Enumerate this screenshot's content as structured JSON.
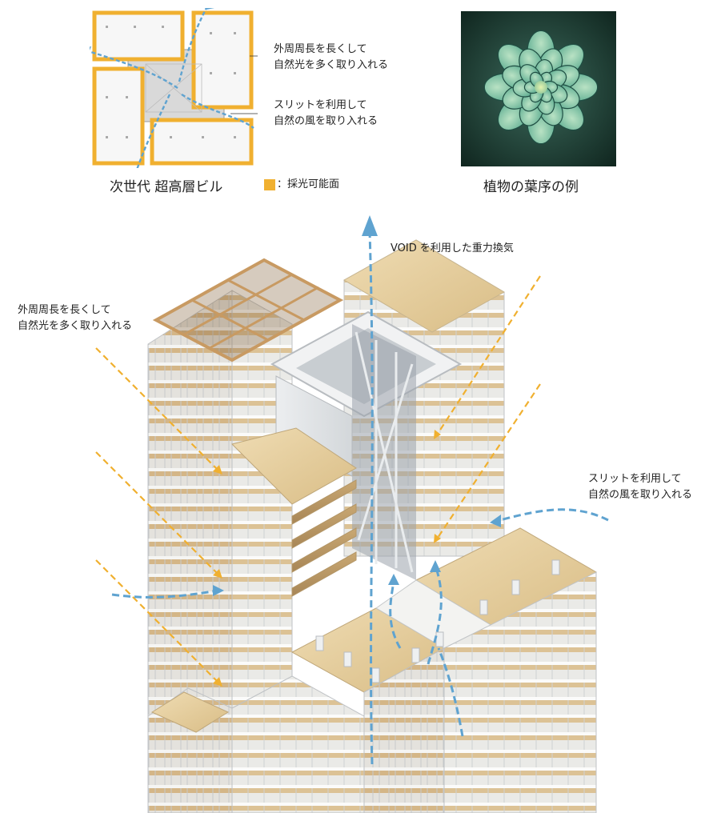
{
  "plan": {
    "caption": "次世代 超高層ビル",
    "legend_label": "：採光可能面",
    "callout_perimeter": [
      "外周周長を長くして",
      "自然光を多く取り入れる"
    ],
    "callout_slit": [
      "スリットを利用して",
      "自然の風を取り入れる"
    ]
  },
  "plant": {
    "caption": "植物の葉序の例"
  },
  "tower": {
    "label_void": "VOID を利用した重力換気",
    "label_perimeter": [
      "外周周長を長くして",
      "自然光を多く取り入れる"
    ],
    "label_slit": [
      "スリットを利用して",
      "自然の風を取り入れる"
    ]
  },
  "colors": {
    "daylight": "#f0b030",
    "airflow": "#5fa3d0",
    "wood": "#e6cfa2",
    "frame": "#d6d9dc"
  }
}
